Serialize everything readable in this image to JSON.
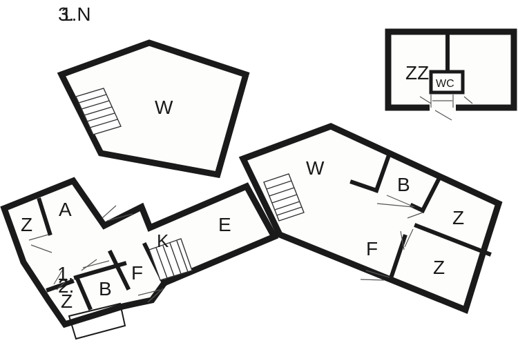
{
  "header": {
    "floor_label_a": "3.",
    "floor_label_b": "1.N"
  },
  "top_floor": {
    "room": "W"
  },
  "outbuilding": {
    "room_a": "ZZ",
    "room_b": "WC"
  },
  "ground_left": {
    "rooms": [
      "Z",
      "A",
      "B",
      "F",
      "K",
      "E",
      "Z"
    ],
    "annotation_a": "1.",
    "annotation_b": "2."
  },
  "ground_right": {
    "rooms": [
      "W",
      "B",
      "Z",
      "F",
      "Z"
    ]
  }
}
